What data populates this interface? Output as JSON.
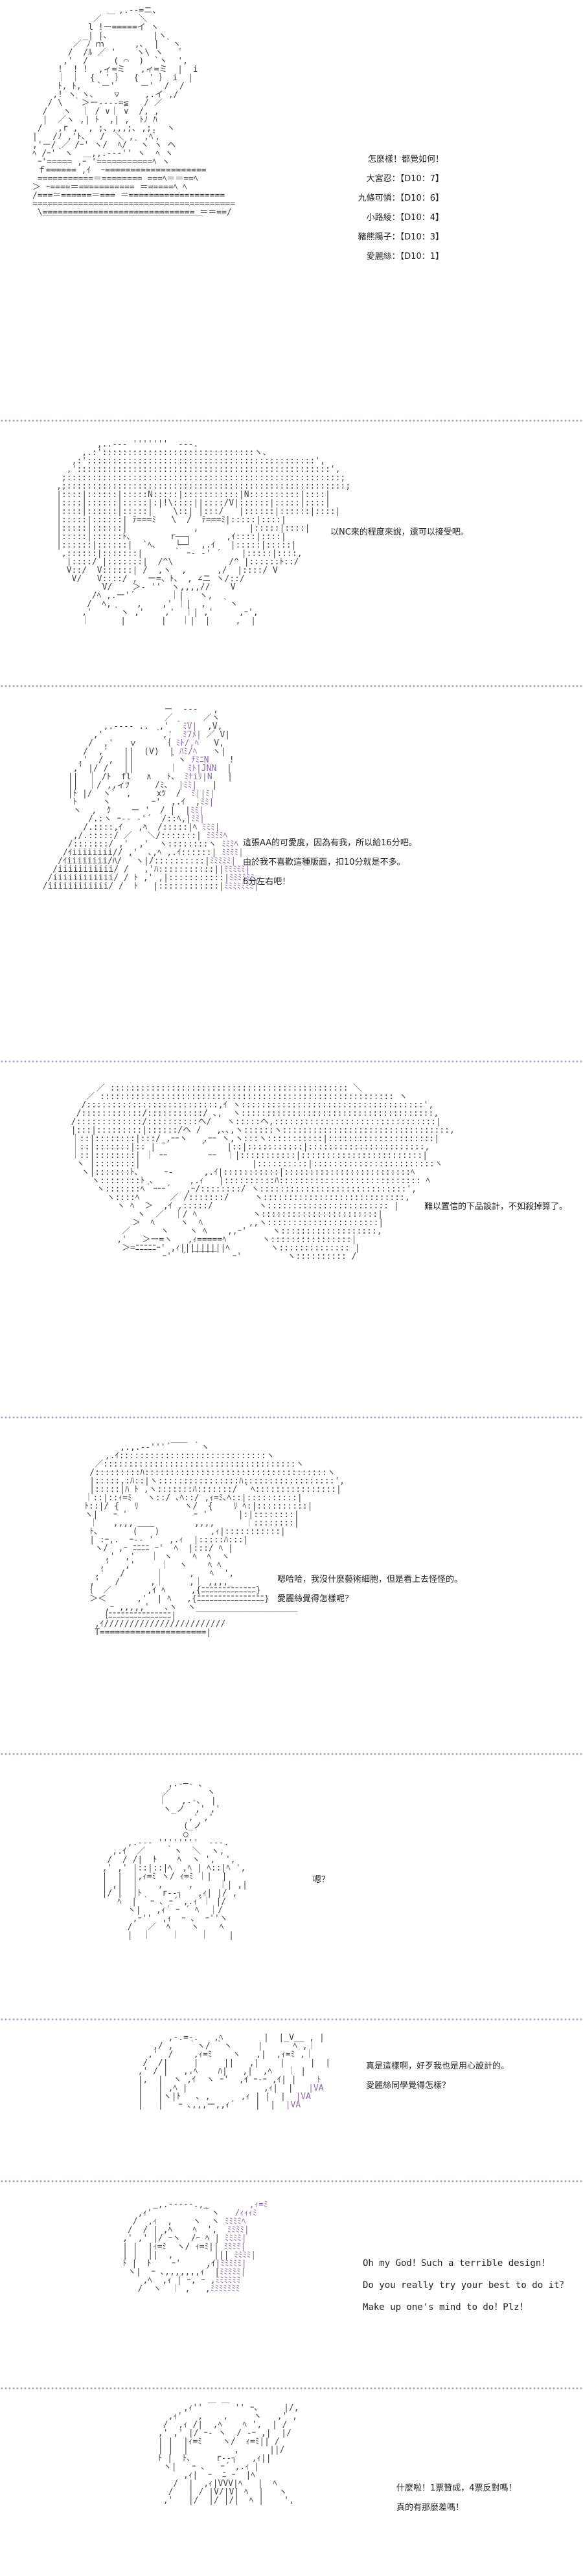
{
  "panels": [
    {
      "lines": [
        "怎麼樣！都覺如何！",
        "大宮忍：【D10：7】",
        "九條可憐：【D10：6】",
        "小路綾：【D10：4】",
        "豬熊陽子：【D10：3】",
        "愛麗絲：【D10：1】"
      ]
    },
    {
      "lines": [
        "以NC來的程度來說，還可以接受吧。"
      ]
    },
    {
      "lines": [
        "這張AA的可愛度，因為有我，所以給16分吧。",
        "由於我不喜歡這種版面，扣10分就是不多。",
        "6分左右吧！"
      ]
    },
    {
      "lines": [
        "難以置信的下品設計，不如殺掉算了。"
      ]
    },
    {
      "lines": [
        "嗯哈哈，我沒什麼藝術細胞，但是看上去怪怪的。",
        "愛麗絲覺得怎樣呢？"
      ]
    },
    {
      "lines": [
        "嗯？"
      ]
    },
    {
      "lines": [
        "真是這樣啊，好歹我也是用心設計的。",
        "愛麗絲同學覺得怎樣？"
      ]
    },
    {
      "lines": [
        "Oh my God！Such a terrible design！",
        "Do you really try your best to do it？",
        "Make up one's mind to do！Plz！"
      ]
    },
    {
      "lines": [
        "什麼啦！1票贊成，4票反對嗎！",
        "真的有那麼差嗎！"
      ]
    }
  ]
}
